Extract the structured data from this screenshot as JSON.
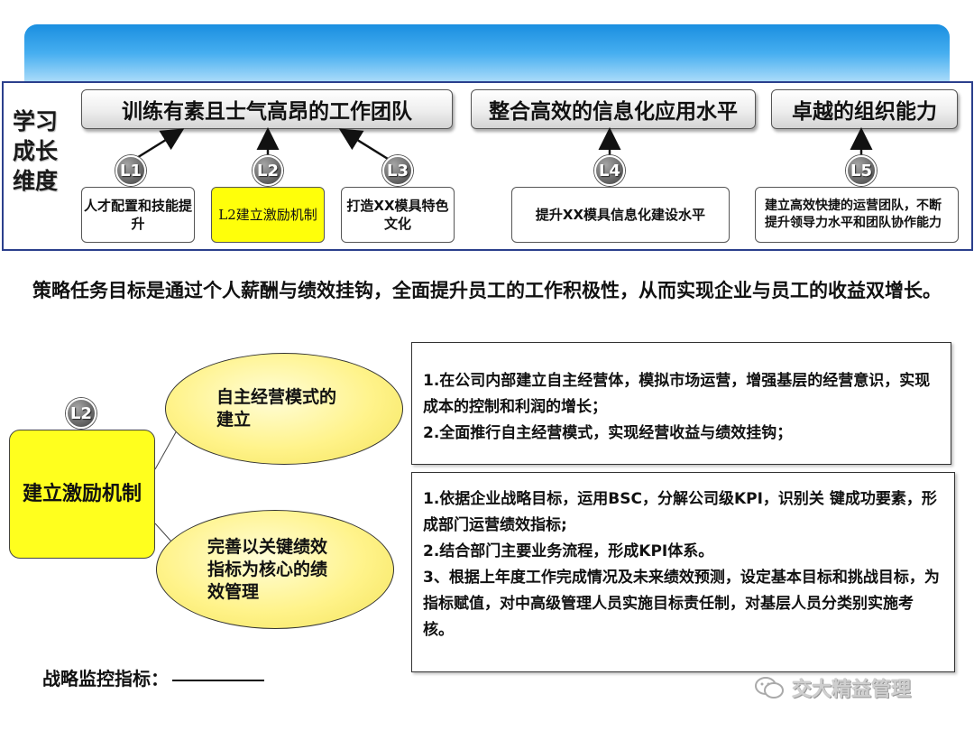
{
  "dimension_label": [
    "学习",
    "成长",
    "维度"
  ],
  "goals": [
    {
      "id": "goal-team",
      "text": "训练有素且士气高昂的工作团队"
    },
    {
      "id": "goal-info",
      "text": "整合高效的信息化应用水平"
    },
    {
      "id": "goal-org",
      "text": "卓越的组织能力"
    }
  ],
  "levels": [
    {
      "badge": "L1",
      "text": "人才配置和技能提升"
    },
    {
      "badge": "L2",
      "text": "L2建立激励机制"
    },
    {
      "badge": "L3",
      "text": "打造XX模具特色文化"
    },
    {
      "badge": "L4",
      "text": "提升XX模具信息化建设水平"
    },
    {
      "badge": "L5",
      "text": "建立高效快捷的运营团队，不断提升领导力水平和团队协作能力"
    }
  ],
  "statement": "策略任务目标是通过个人薪酬与绩效挂钩，全面提升员工的工作积极性，从而实现企业与员工的收益双增长。",
  "focus": {
    "badge": "L2",
    "text": "建立激励机制"
  },
  "initiatives": [
    {
      "text": "自主经营模式的建立",
      "details": [
        "1.在公司内部建立自主经营体，模拟市场运营，增强基层的经营意识，实现成本的控制和利润的增长；",
        "2.全面推行自主经营模式，实现经营收益与绩效挂钩；"
      ]
    },
    {
      "text": "完善以关键绩效指标为核心的绩效管理",
      "details": [
        "1.依据企业战略目标，运用BSC，分解公司级KPI，识别关 键成功要素，形成部门运营绩效指标;",
        "2.结合部门主要业务流程，形成KPI体系。",
        "3、根据上年度工作完成情况及未来绩效预测，设定基本目标和挑战目标，为指标赋值，对中高级管理人员实施目标责任制，对基层人员分类别实施考核。"
      ]
    }
  ],
  "monitor_label": "战略监控指标：",
  "watermark": "交大精益管理",
  "colors": {
    "highlight": "#ffff0a",
    "frame": "#2b3f8c",
    "banner": "#1a8fe0",
    "ellipse": "#fff38a"
  }
}
